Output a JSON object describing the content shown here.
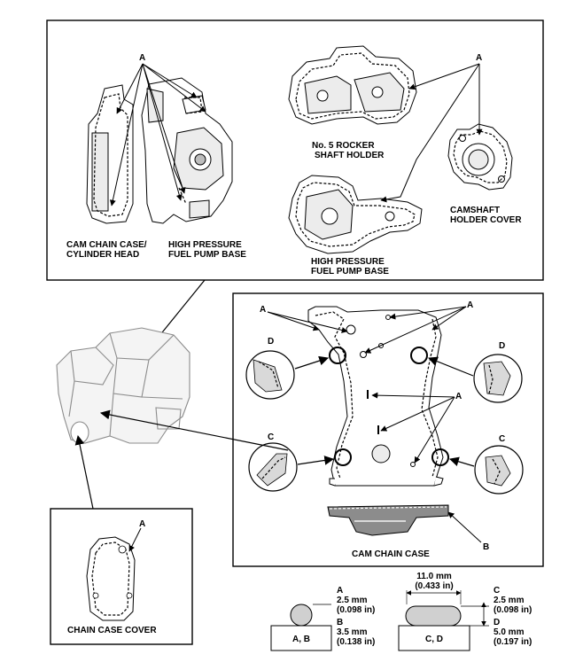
{
  "top_panel": {
    "callout_left": "A",
    "callout_right": "A",
    "cam_chain_case_line1": "CAM CHAIN CASE/",
    "cam_chain_case_line2": "CYLINDER HEAD",
    "hp_fuel_pump_left_line1": "HIGH PRESSURE",
    "hp_fuel_pump_left_line2": "FUEL PUMP BASE",
    "rocker_line1": "No. 5 ROCKER",
    "rocker_line2": "SHAFT HOLDER",
    "camshaft_line1": "CAMSHAFT",
    "camshaft_line2": "HOLDER COVER",
    "hp_fuel_pump_right_line1": "HIGH PRESSURE",
    "hp_fuel_pump_right_line2": "FUEL PUMP BASE"
  },
  "right_panel": {
    "callout_a_left": "A",
    "callout_a_right": "A",
    "callout_a_mid": "A",
    "detail_d_left": "D",
    "detail_d_right": "D",
    "detail_c_left": "C",
    "detail_c_right": "C",
    "callout_b": "B",
    "title": "CAM CHAIN CASE"
  },
  "left_panel": {
    "callout_a": "A",
    "title": "CHAIN CASE COVER"
  },
  "bead_legend": {
    "round": {
      "a_letter": "A",
      "a_mm": "2.5 mm",
      "a_in": "(0.098 in)",
      "b_letter": "B",
      "b_mm": "3.5 mm",
      "b_in": "(0.138 in)",
      "base_label": "A, B"
    },
    "flat": {
      "width_mm": "11.0 mm",
      "width_in": "(0.433 in)",
      "c_letter": "C",
      "c_mm": "2.5 mm",
      "c_in": "(0.098 in)",
      "d_letter": "D",
      "d_mm": "5.0 mm",
      "d_in": "(0.197 in)",
      "base_label": "C, D"
    }
  },
  "colors": {
    "line": "#000000",
    "part_fill": "#ffffff",
    "shade": "#d9d9d9",
    "dark_shade": "#8c8c8c"
  }
}
